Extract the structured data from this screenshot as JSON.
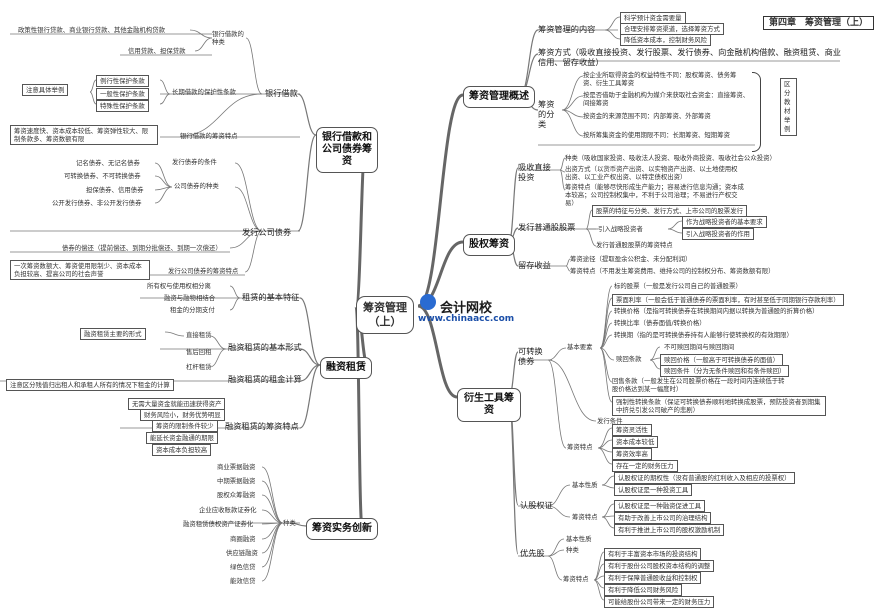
{
  "chapter": "第四章　筹资管理（上）",
  "center": "筹资管理\n（上）",
  "watermark": {
    "logo": "会计网校",
    "url": "www.chinaacc.com"
  },
  "overview": {
    "label": "筹资管理概述",
    "content": "筹资管理的内容",
    "content_items": [
      "科学预计资金需要量",
      "合理安排筹资渠道，选择筹资方式",
      "降低资本成本，控制财务风险"
    ],
    "methods": "筹资方式（吸收直接投资、发行股票、发行债券、向金融机构借款、融资租赁、商业信用、留存收益）",
    "classify": "筹资的分类",
    "classify_items": [
      "按企业所取得资金的权益特性不同：股权筹资、债务筹资、衍生工具筹资",
      "按是否借助于金融机构为媒介来获取社会资金：直接筹资、间接筹资",
      "按资金的来源范围不同：内部筹资、外部筹资",
      "按所筹集资金的使用期限不同：长期筹资、短期筹资"
    ],
    "side_note": "区分教材举例"
  },
  "bank_debt": {
    "label": "银行借款和公司债券筹资",
    "bank": "银行借款",
    "bank_kinds_head": "银行借款的种类",
    "bank_kinds": [
      "政策性银行贷款、商业银行贷款、其他金融机构贷款",
      "信用贷款、担保贷款"
    ],
    "protect_head": "长期借款的保护性条款",
    "protect_items": [
      "例行性保护条款",
      "一般性保护条款",
      "特殊性保护条款"
    ],
    "protect_note": "注意具体举例",
    "bank_feature_head": "银行借款的筹资特点",
    "bank_feature": "筹资速度快、资本成本较低、筹资弹性较大、限制条款多、筹资数额有限",
    "bond": "发行公司债券",
    "bond_cond": "发行债券的条件",
    "bond_kinds_head": "公司债券的种类",
    "bond_kinds": [
      "记名债券、无记名债券",
      "可转换债券、不可转换债券",
      "担保债券、信用债券",
      "公开发行债券、非公开发行债券"
    ],
    "bond_repay": "债券的偿还（提前偿还、到期分批偿还、到期一次偿还）",
    "bond_feature_head": "发行公司债券的筹资特点",
    "bond_feature": "一次筹资数额大、筹资使用限制少、资本成本负担较高、提高公司的社会声誉"
  },
  "lease": {
    "label": "融资租赁",
    "features_head": "租赁的基本特征",
    "features": [
      "所有权与使用权相分离",
      "融资与融物相结合",
      "租金的分期支付"
    ],
    "forms_head": "融资租赁的基本形式",
    "forms": [
      "直接租赁",
      "售后回租",
      "杠杆租赁"
    ],
    "forms_note": "融资租赁主要的形式",
    "calc_head": "融资租赁的租金计算",
    "calc_note": "注意区分残值归出租人和承租人所有的情况下租金的计算",
    "fin_feature_head": "融资租赁的筹资特点",
    "fin_features": [
      "无需大量资金就能迅速获得资产",
      "财务风险小，财务优势明显",
      "筹资的限制条件较少",
      "能延长资金融通的期限",
      "资本成本负担较高"
    ]
  },
  "innovation": {
    "label": "筹资实务创新",
    "kind_label": "种类",
    "items": [
      "商业票据融资",
      "中期票据融资",
      "股权众筹融资",
      "企业应收账款证券化",
      "融资租赁债权资产证券化",
      "商圈融资",
      "供应链融资",
      "绿色信贷",
      "能效信贷"
    ]
  },
  "equity": {
    "label": "股权筹资",
    "direct": "吸收直接投资",
    "direct_items": [
      "种类（吸收国家投资、吸收法人投资、吸收外商投资、吸收社会公众投资）",
      "出资方式（以货币资产出资、以实物资产出资、以土地使用权出资、以工业产权出资、以特定债权出资）",
      "筹资特点（能够尽快形成生产能力；容易进行信息沟通；资本成本较高；公司控制权集中，不利于公司治理；不易进行产权交易）"
    ],
    "stock": "发行普通股股票",
    "stock_items": [
      "股票的特征与分类、发行方式、上市公司的股票发行",
      "引入战略投资者"
    ],
    "strategic_items": [
      "作为战略投资者的基本要求",
      "引入战略投资者的作用"
    ],
    "stock_feature": "发行普通股股票的筹资特点",
    "retained": "留存收益",
    "retained_items": [
      "筹资途径（提取盈余公积金、未分配利润）",
      "筹资特点（不用发生筹资费用、维持公司的控制权分布、筹资数额有限）"
    ]
  },
  "derivative": {
    "label": "衍生工具筹资",
    "convertible": "可转换债券",
    "basic_elements": "基本要素",
    "elements": [
      "标的股票（一般是发行公司自己的普通股票）",
      "票面利率（一般会低于普通债券的票面利率，有时甚至低于同期银行存款利率）",
      "转换价格（是指可转换债券在转换期间内据以转换为普通股的折算价格）",
      "转换比率（债券面值/转换价格）",
      "转换期（指的是可转换债券持有人能够行使转换权的有效期限）"
    ],
    "redeem": "赎回条款",
    "redeem_items": [
      "不可赎回期间与赎回期间",
      "赎回价格（一般高于可转换债券的面值）",
      "赎回条件（分为无条件赎回和有条件赎回）"
    ],
    "put": "回售条款（一般发生在公司股票价格在一段时间内连续低于转股价格达到某一幅度时）",
    "force": "强制性转换条款（保证可转换债券顺利地转换成股票，预防投资者到期集中挤兑引发公司破产的悲剧）",
    "issue_cond": "发行条件",
    "conv_feature": "筹资特点",
    "conv_features": [
      "筹资灵活性",
      "资本成本较低",
      "筹资效率高",
      "存在一定的财务压力"
    ],
    "warrant": "认股权证",
    "warrant_basic": "基本性质",
    "warrant_basic_items": [
      "认股权证的期权性（没有普通股的红利收入及相应的投票权）",
      "认股权证是一种投资工具"
    ],
    "warrant_feature": "筹资特点",
    "warrant_features": [
      "认股权证是一种融资促进工具",
      "有助于改善上市公司的治理结构",
      "有利于推进上市公司的股权激励机制"
    ],
    "preferred": "优先股",
    "pref_basic": "基本性质",
    "pref_kind": "种类",
    "pref_feature": "筹资特点",
    "pref_features": [
      "有利于丰富资本市场的投资结构",
      "有利于股份公司股权资本结构的调整",
      "有利于保障普通股收益和控制权",
      "有利于降低公司财务风险",
      "可能给股份公司带来一定的财务压力"
    ]
  }
}
